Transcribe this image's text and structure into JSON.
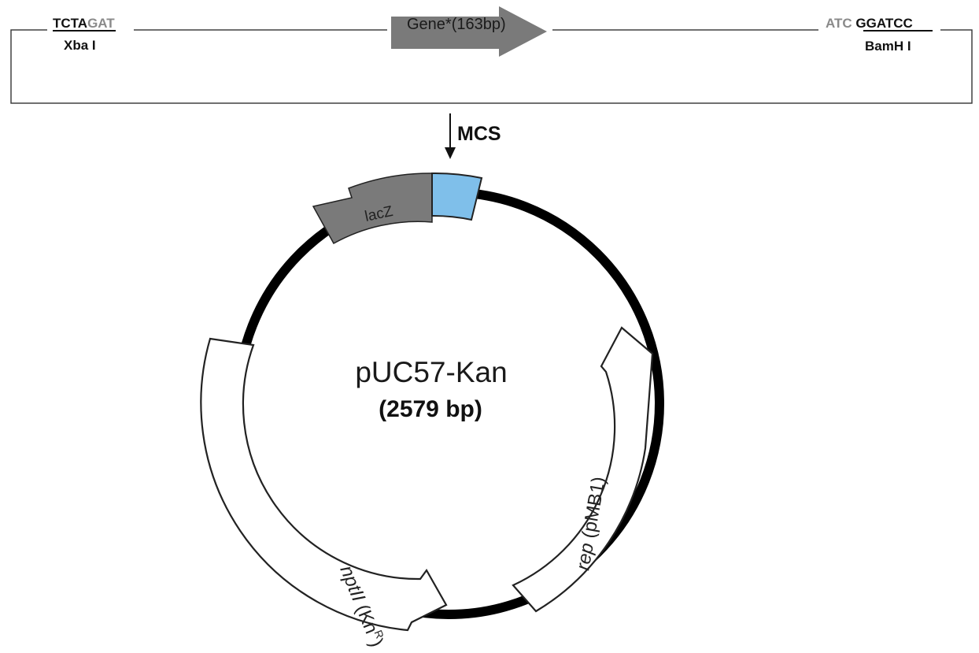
{
  "insert": {
    "left_site": {
      "seq_dark": "TCTA",
      "seq_light": "GAT",
      "enzyme": "Xba I"
    },
    "right_site": {
      "seq_light": "ATC ",
      "seq_dark": "GGATCC",
      "enzyme": "BamH I"
    },
    "gene_label": "Gene*(163bp)"
  },
  "mcs_label": "MCS",
  "plasmid": {
    "name": "pUC57-Kan",
    "size": "(2579 bp)",
    "features": {
      "lacz": "lacZ",
      "rep_italic": "rep",
      "rep_plain": " (pMB1)",
      "nptii_italic": "nptII",
      "nptii_plain": " (Kn",
      "nptii_sup": "R",
      "nptii_close": ")"
    }
  },
  "colors": {
    "backbone": "#000000",
    "lacz_fill": "#7a7a7a",
    "mcs_fill": "#7fbfea",
    "gene_arrow": "#7a7a7a",
    "site_light_text": "#8a8a8a"
  }
}
